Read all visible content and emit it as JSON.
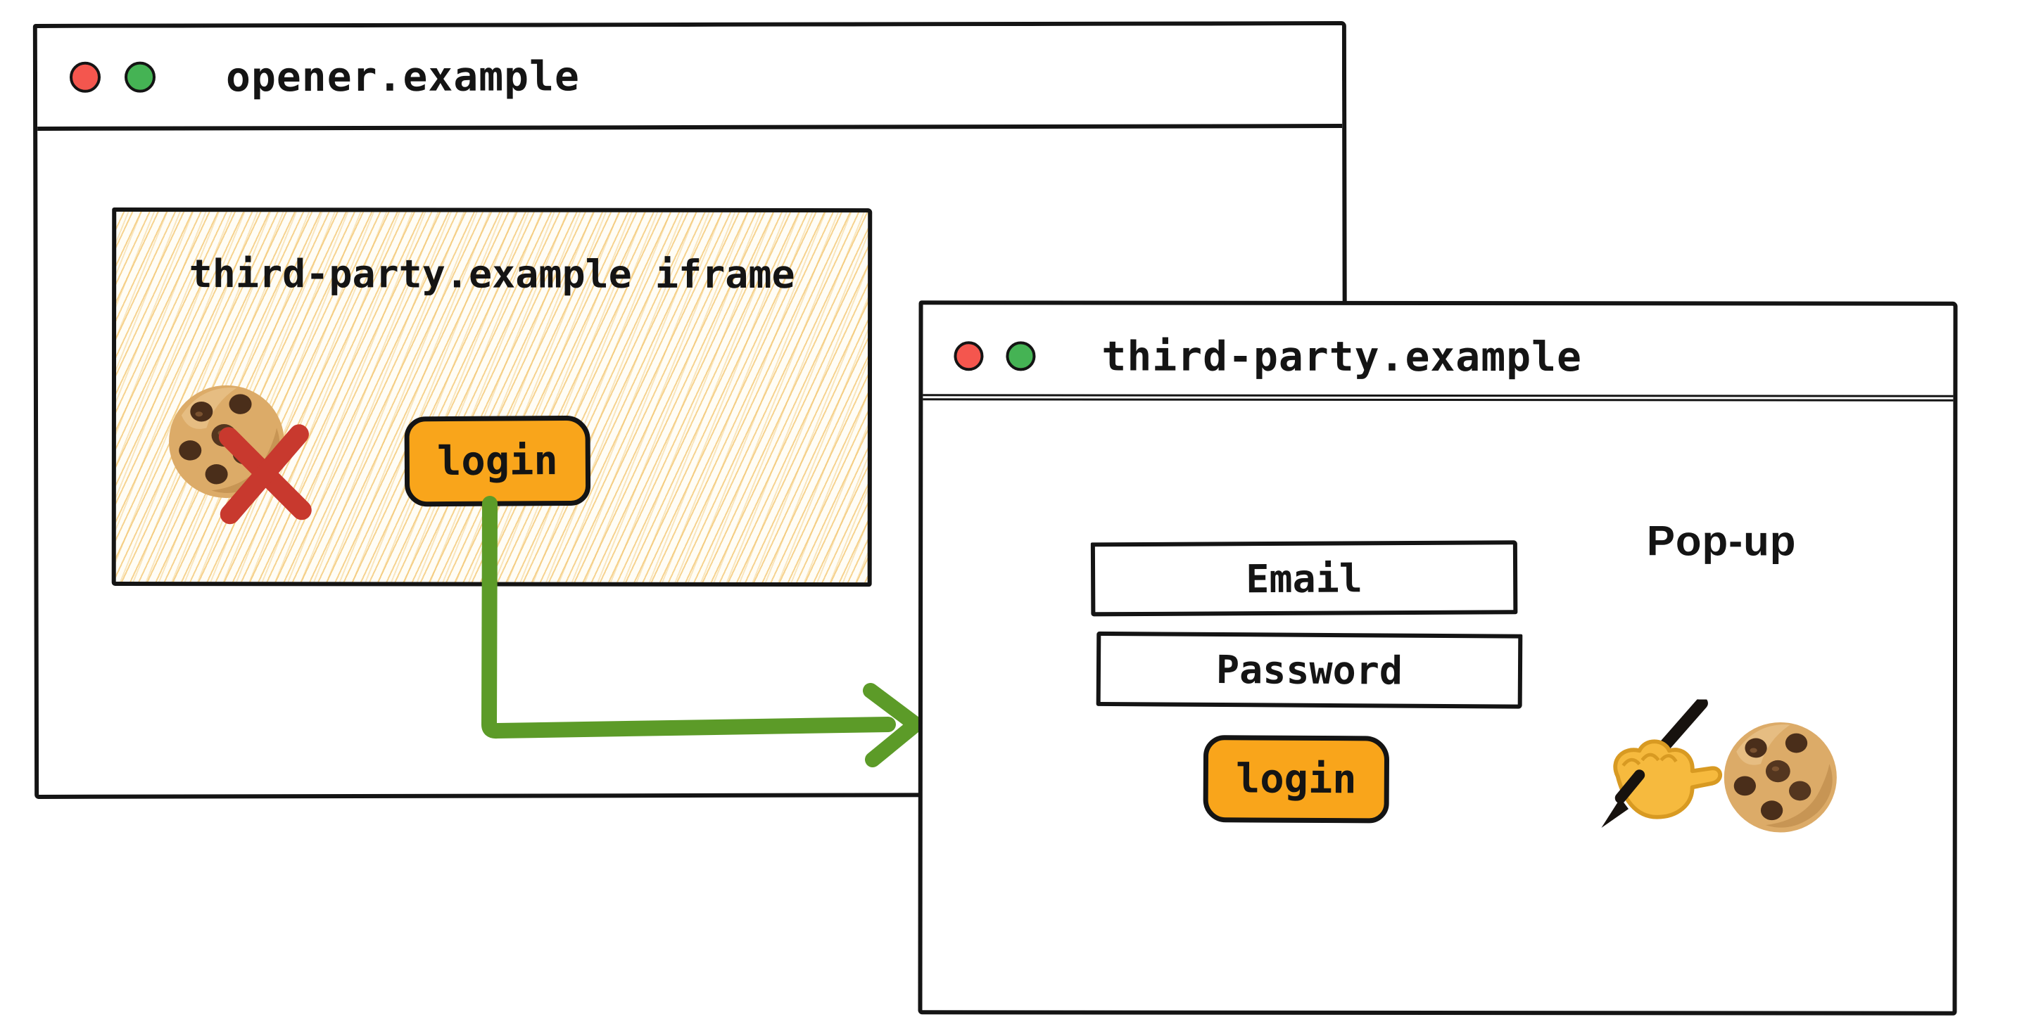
{
  "colors": {
    "ink": "#141414",
    "paper": "#ffffff",
    "sketch_paper": "#fffdf6",
    "hatch": "#f3c56e",
    "button_orange": "#f9a51b",
    "arrow_green": "#5c9b28",
    "cross_red": "#c8392e",
    "traffic_red": "#f4564e",
    "traffic_green": "#45b354",
    "cookie_dough": "#dcab68",
    "hand_yellow": "#f6ba3e"
  },
  "opener_window": {
    "title": "opener.example",
    "traffic_lights": [
      "red",
      "green"
    ],
    "iframe": {
      "label": "third-party.example iframe",
      "login_button_label": "login",
      "cookie_icon": "cookie-icon",
      "blocked_icon": "blocked-cross-icon"
    }
  },
  "popup_window": {
    "title": "third-party.example",
    "traffic_lights": [
      "red",
      "green"
    ],
    "annotation": "Pop-up",
    "fields": [
      {
        "label": "Email"
      },
      {
        "label": "Password"
      }
    ],
    "login_button_label": "login",
    "icons": [
      "writing-hand-icon",
      "cookie-icon"
    ]
  }
}
